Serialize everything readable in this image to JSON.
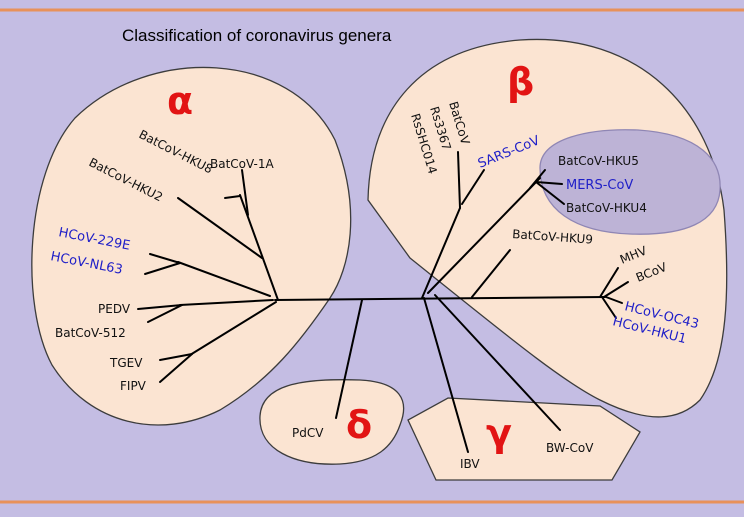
{
  "title": "Classification of coronavirus genera",
  "genera": {
    "alpha": "α",
    "beta": "β",
    "gamma": "γ",
    "delta": "δ"
  },
  "colors": {
    "background": "#c4bde3",
    "genus_area": "#fbe4d2",
    "mers_group": "#bdb3d6",
    "rule": "#e8915a",
    "genus_symbol": "#e21414",
    "human_virus": "#1f1fc8",
    "other_virus": "#111111"
  },
  "labels": {
    "batcov_1a": "BatCoV-1A",
    "batcov_hku8": "BatCoV-HKU8",
    "batcov_hku2": "BatCoV-HKU2",
    "hcov_229e": "HCoV-229E",
    "hcov_nl63": "HCoV-NL63",
    "pedv": "PEDV",
    "batcov_512": "BatCoV-512",
    "tgev": "TGEV",
    "fipv": "FIPV",
    "batcov": "BatCoV",
    "rs3367": "Rs3367",
    "rsshc014": "RsSHC014",
    "sars_cov": "SARS-CoV",
    "batcov_hku5": "BatCoV-HKU5",
    "mers_cov": "MERS-CoV",
    "batcov_hku4": "BatCoV-HKU4",
    "batcov_hku9": "BatCoV-HKU9",
    "mhv": "MHV",
    "bcov": "BCoV",
    "hcov_oc43": "HCoV-OC43",
    "hcov_hku1": "HCoV-HKU1",
    "pdcv": "PdCV",
    "ibv": "IBV",
    "bw_cov": "BW-CoV"
  }
}
